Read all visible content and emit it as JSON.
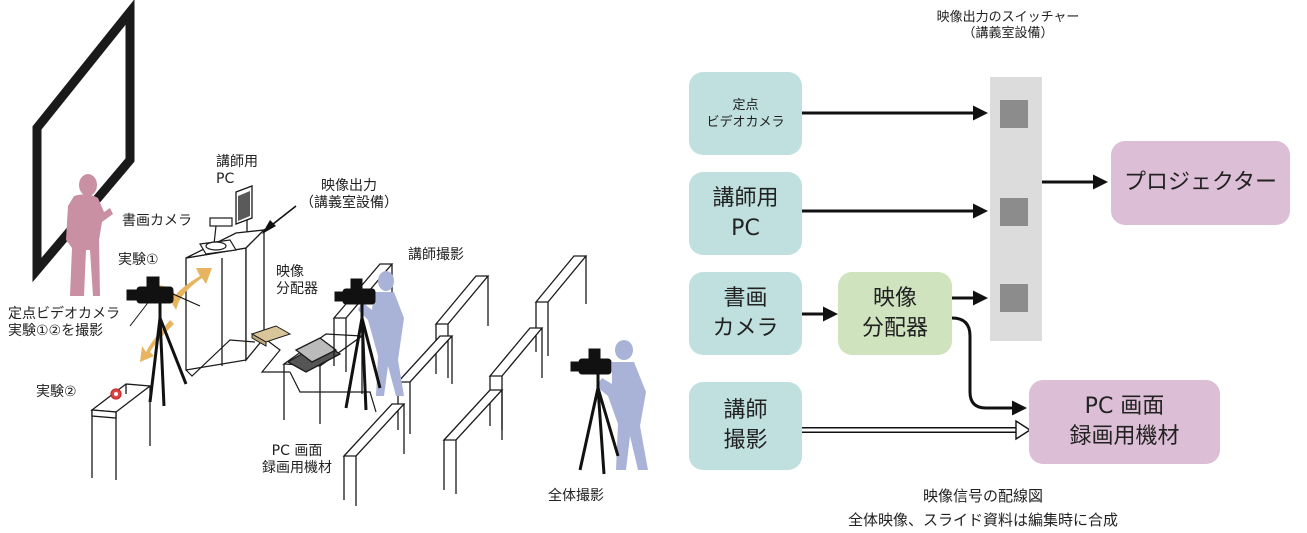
{
  "room": {
    "labels": {
      "lecturer_pc": "講師用\nPC",
      "video_output": "映像出力\n（講義室設備）",
      "doc_camera": "書画カメラ",
      "experiment1": "実験①",
      "fixed_camera": "定点ビデオカメラ\n実験①②を撮影",
      "experiment2": "実験②",
      "distributor": "映像\n分配器",
      "lecturer_shot": "講師撮影",
      "pc_recorder": "PC 画面\n録画用機材",
      "overall_shot": "全体撮影"
    }
  },
  "wiring": {
    "switcher_title": "映像出力のスイッチャー\n（講義室設備）",
    "sources": {
      "fixed_camera": "定点\nビデオカメラ",
      "lecturer_pc": "講師用\nPC",
      "doc_camera": "書画\nカメラ",
      "lecturer_shot": "講師\n撮影"
    },
    "distributor": "映像\n分配器",
    "projector": "プロジェクター",
    "recorder": "PC 画面\n録画用機材",
    "caption_title": "映像信号の配線図",
    "caption_note": "全体映像、スライド資料は編集時に合成"
  },
  "colors": {
    "source_box": "#bfe0df",
    "distributor_box": "#cfe3bf",
    "output_box": "#dcbfd6",
    "switcher": "#dcdcdc",
    "person_blue": "#a9b3d8",
    "person_pink": "#c98fa2",
    "arrow_orange": "#e8b45f"
  }
}
